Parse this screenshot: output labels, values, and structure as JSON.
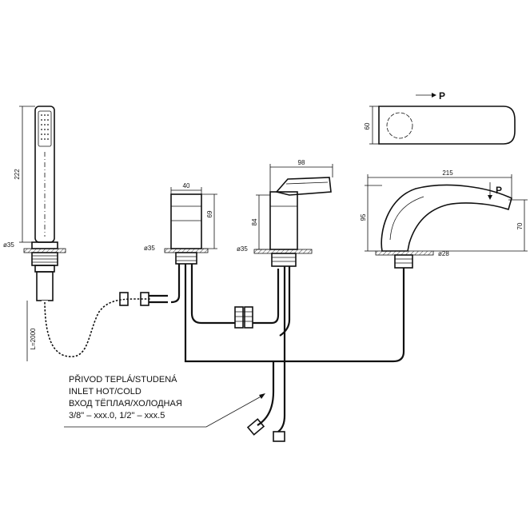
{
  "dimensions": {
    "shower_height": "222",
    "shower_base": "ø35",
    "hose_length": "L=2000",
    "valve_width": "40",
    "valve_height": "69",
    "valve_base": "ø35",
    "mixer_width": "98",
    "mixer_height": "84",
    "mixer_base": "ø35",
    "spout_width": "215",
    "spout_height": "95",
    "spout_outlet": "70",
    "spout_base": "ø28",
    "top_view_depth": "60"
  },
  "arrows": {
    "top_view": "P",
    "side_view": "P"
  },
  "inlet_label": {
    "line1": "PŘIVOD TEPLÁ/STUDENÁ",
    "line2": "INLET HOT/COLD",
    "line3": "ВХОД ТЁПЛАЯ/ХОЛОДНАЯ",
    "line4": "3/8\" – xxx.0, 1/2\" – xxx.5"
  }
}
